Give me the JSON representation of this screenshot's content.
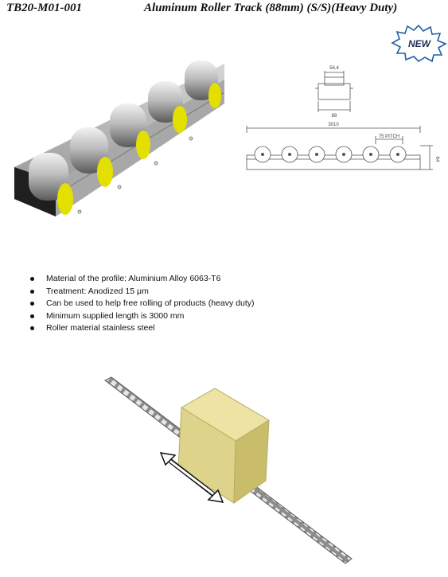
{
  "header": {
    "product_code": "TB20-M01-001",
    "product_title": "Aluminum Roller Track (88mm) (S/S)(Heavy Duty)"
  },
  "badge": {
    "label": "NEW",
    "color": "#1f5fa8"
  },
  "drawing": {
    "dim_top_width": "56.4",
    "dim_profile_width": "88",
    "dim_length": "3010",
    "dim_pitch": "75 PITCH",
    "dim_height": "64"
  },
  "specs": [
    "Material of the profile: Aluminium Alloy 6063-T6",
    "Treatment: Anodized 15 μm",
    "Can be used to help free rolling of products (heavy duty)",
    "Minimum supplied length is 3000 mm",
    "Roller material stainless steel"
  ],
  "colors": {
    "roller_hub": "#e3e000",
    "box": "#ddd38a",
    "rail": "#9a9a9a"
  },
  "images": {
    "photo": "roller-track-photo",
    "drawing": "technical-drawing",
    "render": "usage-render-with-box-and-direction-arrow"
  }
}
